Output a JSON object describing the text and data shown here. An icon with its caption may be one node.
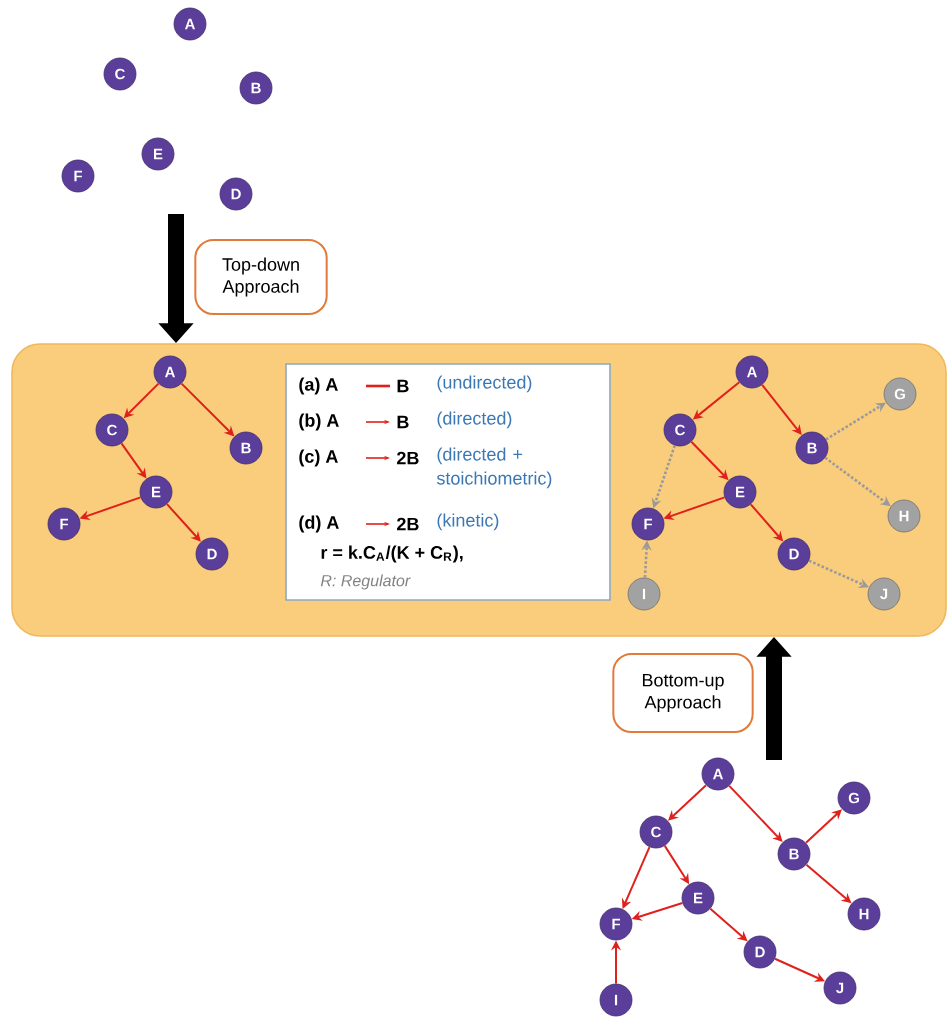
{
  "diagram": {
    "nodes": [
      {
        "text": [
          "A"
        ]
      },
      {
        "text": [
          "C"
        ]
      },
      {
        "text": [
          "B"
        ]
      },
      {
        "text": [
          "E"
        ]
      },
      {
        "text": [
          "F"
        ]
      },
      {
        "text": [
          "D"
        ]
      },
      {
        "text": [
          "Top-down Approach"
        ]
      },
      {
        "text": [],
        "shape": "box"
      },
      {
        "text": [
          "A"
        ],
        "in": 7
      },
      {
        "text": [
          "C"
        ],
        "in": 7
      },
      {
        "text": [
          "B"
        ],
        "in": 7
      },
      {
        "text": [
          "E"
        ],
        "in": 7
      },
      {
        "text": [
          "F"
        ],
        "in": 7
      },
      {
        "text": [
          "D"
        ],
        "in": 7
      },
      {
        "text": [
          "(a) A",
          "B",
          "(undirected)",
          "(b) A",
          "B",
          "(directed)",
          "(c) A",
          "2B",
          "(directed + stoichiometric)",
          "(d) A",
          "2B",
          "(kinetic)",
          "r = k.C$_{A}$/(K + C$_{R}$),",
          "R: Regulator"
        ],
        "in": 7
      },
      {
        "text": [
          "A"
        ],
        "in": 7
      },
      {
        "text": [
          "C"
        ],
        "in": 7
      },
      {
        "text": [
          "B"
        ],
        "in": 7
      },
      {
        "text": [
          "G"
        ],
        "in": 7
      },
      {
        "text": [
          "H"
        ],
        "in": 7
      },
      {
        "text": [
          "E"
        ],
        "in": 7
      },
      {
        "text": [
          "F"
        ],
        "in": 7
      },
      {
        "text": [
          "D"
        ],
        "in": 7
      },
      {
        "text": [
          "I"
        ],
        "in": 7
      },
      {
        "text": [
          "J"
        ],
        "in": 7
      },
      {
        "text": [
          "Bottom-up Approach"
        ]
      },
      {
        "text": [
          "A"
        ]
      },
      {
        "text": [
          "C"
        ]
      },
      {
        "text": [
          "B"
        ]
      },
      {
        "text": [
          "G"
        ]
      },
      {
        "text": [
          "H"
        ]
      },
      {
        "text": [
          "E"
        ]
      },
      {
        "text": [
          "F"
        ]
      },
      {
        "text": [
          "D"
        ]
      },
      {
        "text": [
          "I"
        ]
      },
      {
        "text": [
          "J"
        ]
      }
    ],
    "edges": [
      {
        "from": null,
        "to": 7,
        "arrow": "to",
        "style": "thick",
        "color": "#000000"
      },
      {
        "from": null,
        "to": 7,
        "arrow": "to",
        "style": "thick",
        "color": "#000000"
      },
      {
        "from": 8,
        "to": 9,
        "arrow": "to"
      },
      {
        "from": 8,
        "to": 10,
        "arrow": "to"
      },
      {
        "from": 9,
        "to": 11,
        "arrow": "to"
      },
      {
        "from": 11,
        "to": 12,
        "arrow": "to"
      },
      {
        "from": 11,
        "to": 13,
        "arrow": "to"
      },
      {
        "from": 15,
        "to": 16,
        "arrow": "to"
      },
      {
        "from": 15,
        "to": 17,
        "arrow": "to"
      },
      {
        "from": 16,
        "to": 20,
        "arrow": "to"
      },
      {
        "from": 20,
        "to": 21,
        "arrow": "to"
      },
      {
        "from": 20,
        "to": 22,
        "arrow": "to"
      },
      {
        "from": 17,
        "to": 18,
        "arrow": "to",
        "style": "dashed",
        "color": "#9a9a9a"
      },
      {
        "from": 17,
        "to": 19,
        "arrow": "to",
        "style": "dashed",
        "color": "#9a9a9a"
      },
      {
        "from": 16,
        "to": 21,
        "arrow": "to",
        "style": "dashed",
        "color": "#9a9a9a"
      },
      {
        "from": 23,
        "to": 21,
        "arrow": "to",
        "style": "dashed",
        "color": "#9a9a9a"
      },
      {
        "from": 22,
        "to": 24,
        "arrow": "to",
        "style": "dashed",
        "color": "#9a9a9a"
      },
      {
        "from": 26,
        "to": 27,
        "arrow": "to"
      },
      {
        "from": 26,
        "to": 28,
        "arrow": "to"
      },
      {
        "from": 28,
        "to": 29,
        "arrow": "to"
      },
      {
        "from": 28,
        "to": 30,
        "arrow": "to"
      },
      {
        "from": 27,
        "to": 31,
        "arrow": "to"
      },
      {
        "from": 27,
        "to": 32,
        "arrow": "to"
      },
      {
        "from": 31,
        "to": 32,
        "arrow": "to"
      },
      {
        "from": 31,
        "to": 33,
        "arrow": "to"
      },
      {
        "from": 33,
        "to": 35,
        "arrow": "to"
      },
      {
        "from": 34,
        "to": 32,
        "arrow": "to"
      }
    ]
  }
}
